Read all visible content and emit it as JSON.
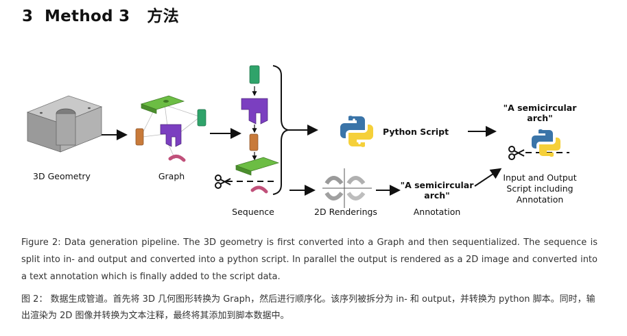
{
  "section": {
    "number": "3",
    "title_en": "Method 3",
    "title_zh": "方法"
  },
  "figure": {
    "labels": {
      "geometry": "3D Geometry",
      "graph": "Graph",
      "sequence": "Sequence",
      "python_script": "Python Script",
      "renderings": "2D Renderings",
      "annotation_text_line1": "\"A semicircular",
      "annotation_text_line2": "arch\"",
      "annotation": "Annotation",
      "output_text_line1": "\"A semicircular",
      "output_text_line2": "arch\"",
      "output_label_line1": "Input and Output",
      "output_label_line2": "Script including",
      "output_label_line3": "Annotation"
    },
    "icons": [
      "geometry-block",
      "graph-nodes",
      "sequence-parts",
      "python-logo",
      "scissors",
      "rendering-views",
      "arrow"
    ],
    "colors": {
      "green": "#5aa53a",
      "purple": "#7b3fc0",
      "orange": "#c87a3a",
      "pink": "#c0507a",
      "teal": "#2fa36a",
      "gray": "#9a9a9a",
      "python_blue": "#3a74a8",
      "python_yellow": "#f5d03a"
    }
  },
  "caption_en": "Figure 2: Data generation pipeline. The 3D geometry is first converted into a Graph and then sequentialized. The sequence is split into in- and output and converted into a python script. In parallel the output is rendered as a 2D image and converted into a text annotation which is finally added to the script data.",
  "caption_zh": "图 2：  数据生成管道。首先将 3D 几何图形转换为 Graph，然后进行顺序化。该序列被拆分为 in- 和 output，并转换为 python 脚本。同时，输出渲染为 2D 图像并转换为文本注释，最终将其添加到脚本数据中。"
}
